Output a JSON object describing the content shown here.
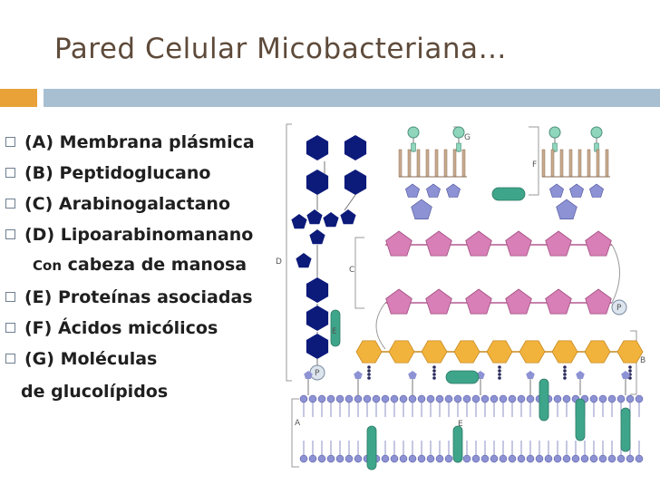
{
  "slide": {
    "title": "Pared Celular Micobacteriana…",
    "bullets": [
      "(A) Membrana plásmica",
      "(B) Peptidoglucano",
      "(C) Arabinogalactano",
      "(D) Lipoarabinomanano",
      "(E) Proteínas asociadas",
      "(F) Ácidos micólicos",
      "(G) Moléculas"
    ],
    "cont_d_prefix": "Con",
    "cont_d_rest": "cabeza de manosa",
    "cont_g": "de glucolípidos"
  },
  "diagram": {
    "labels": {
      "a": "A",
      "b": "B",
      "c": "C",
      "d": "D",
      "e1": "E",
      "e2": "E",
      "f": "F",
      "g": "G",
      "p1": "P",
      "p2": "P"
    }
  },
  "colors": {
    "title": "#5e4a3a",
    "accent_orange": "#e8a238",
    "accent_blue": "#a8bfd2",
    "mannose": "#0c1a7a",
    "arabinogalactan": "#d77fb6",
    "peptidoglycan": "#f2b33d",
    "membrane": "#8d92d4",
    "protein": "#3ea58a",
    "glycolipid_head": "#8fd6bd",
    "mycolic": "#c9ab8e"
  }
}
